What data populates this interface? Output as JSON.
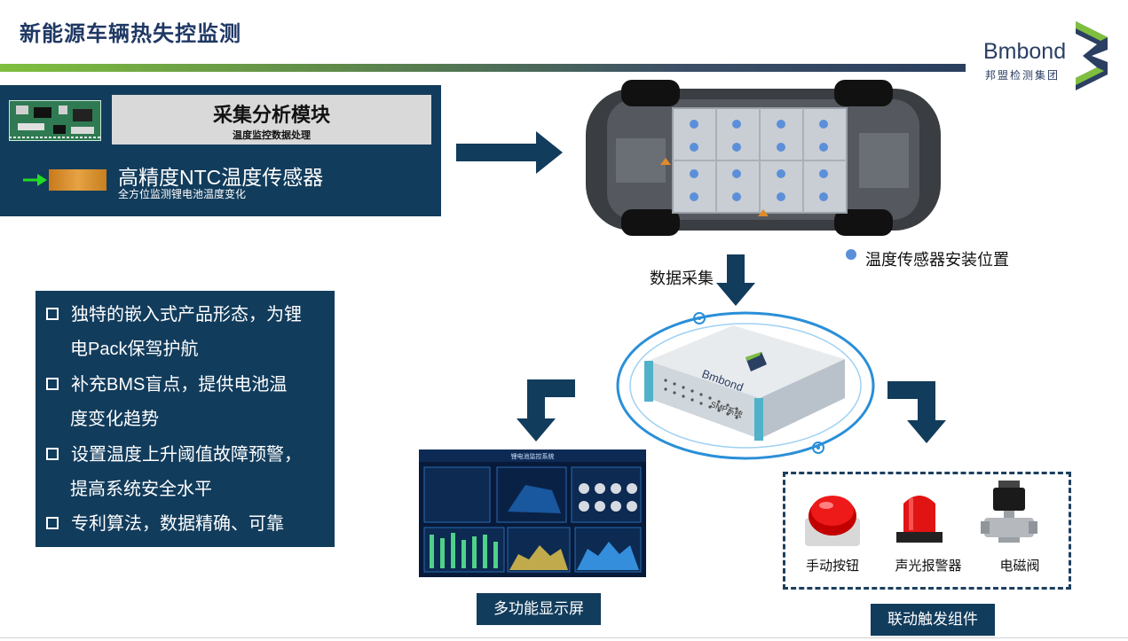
{
  "title": "新能源车辆热失控监测",
  "logo": {
    "name": "Bmbond",
    "subtitle": "邦盟检测集团"
  },
  "module": {
    "title": "采集分析模块",
    "subtitle": "温度监控数据处理"
  },
  "sensor": {
    "title": "高精度NTC温度传感器",
    "subtitle": "全方位监测锂电池温度变化"
  },
  "sensor_location_label": "温度传感器安装位置",
  "data_collection_label": "数据采集",
  "features": [
    {
      "lines": [
        "独特的嵌入式产品形态，为锂",
        "电Pack保驾护航"
      ]
    },
    {
      "lines": [
        "补充BMS盲点，提供电池温",
        "度变化趋势"
      ]
    },
    {
      "lines": [
        "设置温度上升阈值故障预警，",
        "提高系统安全水平"
      ]
    },
    {
      "lines": [
        "专利算法，数据精确、可靠"
      ]
    }
  ],
  "display_label": "多功能显示屏",
  "display_screen_title": "锂电池监控系统",
  "device_label": "SMP系统",
  "components": [
    {
      "label": "手动按钮",
      "icon": "red-button-icon"
    },
    {
      "label": "声光报警器",
      "icon": "alarm-light-icon"
    },
    {
      "label": "电磁阀",
      "icon": "solenoid-valve-icon"
    }
  ],
  "linkage_label": "联动触发组件",
  "colors": {
    "navy": "#123c5c",
    "title": "#1f3864",
    "accent_green": "#7fbf3f",
    "sensor_dot": "#5b8fd9"
  }
}
